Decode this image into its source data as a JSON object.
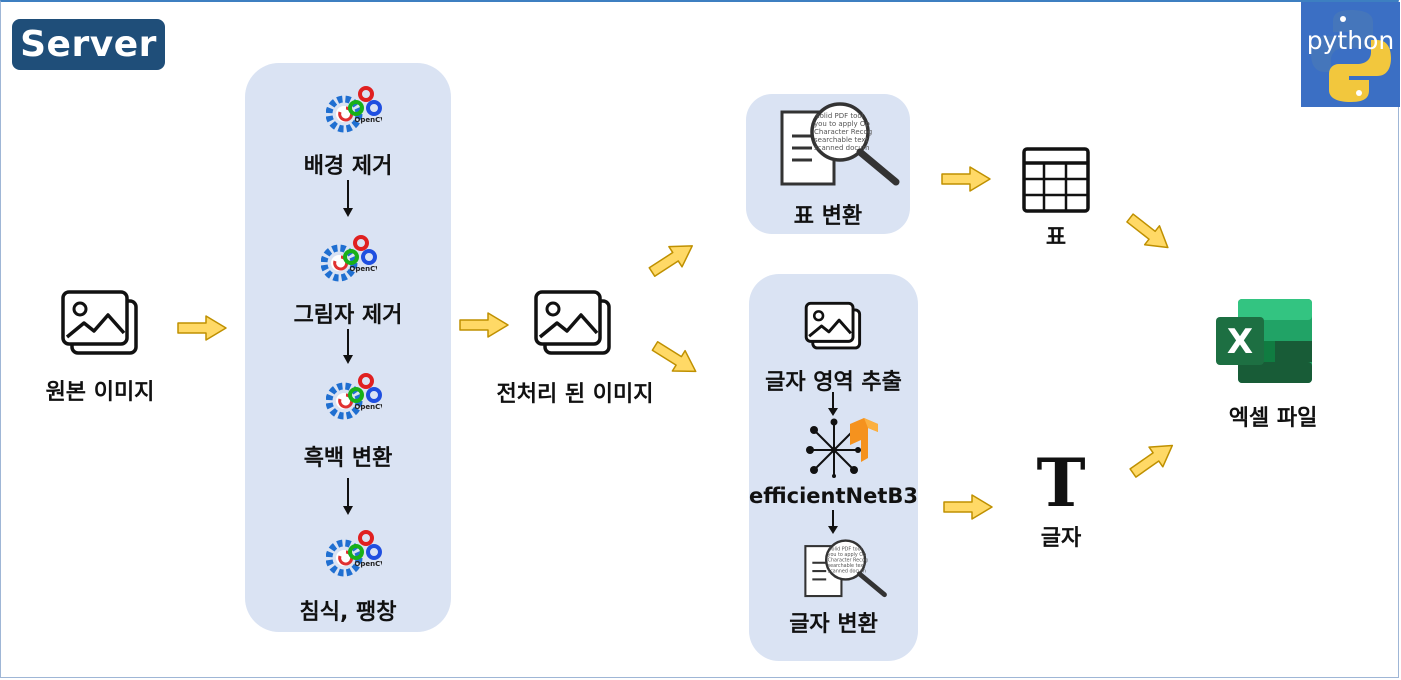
{
  "badge": {
    "title": "Server"
  },
  "python": {
    "label": "python"
  },
  "original": {
    "label": "원본 이미지"
  },
  "preprocess": {
    "steps": [
      {
        "label": "배경 제거",
        "icon": "opencv-icon"
      },
      {
        "label": "그림자 제거",
        "icon": "opencv-icon"
      },
      {
        "label": "흑백 변환",
        "icon": "opencv-icon"
      },
      {
        "label": "침식, 팽창",
        "icon": "opencv-icon"
      }
    ],
    "opencv_text": "OpenCV"
  },
  "processed": {
    "label": "전처리 된 이미지"
  },
  "table_branch": {
    "convert_label": "표 변환",
    "result_label": "표"
  },
  "text_branch": {
    "extract_label": "글자 영역 추출",
    "model_label": "efficientNetB3",
    "convert_label": "글자 변환",
    "result_label": "글자",
    "result_glyph": "T"
  },
  "output": {
    "label": "엑셀 파일",
    "excel_glyph": "X"
  },
  "ocr_doc_lines": [
    "solid PDF tool",
    "you to apply Op",
    "Character Recog",
    "searchable text",
    "scanned docum"
  ],
  "colors": {
    "badge_bg": "#1f4e79",
    "panel_bg": "#dae3f3",
    "arrow_fill": "#ffd966",
    "arrow_stroke": "#bf9000",
    "python_bg": "#3b6fc4",
    "excel_green": "#1d6f42"
  }
}
